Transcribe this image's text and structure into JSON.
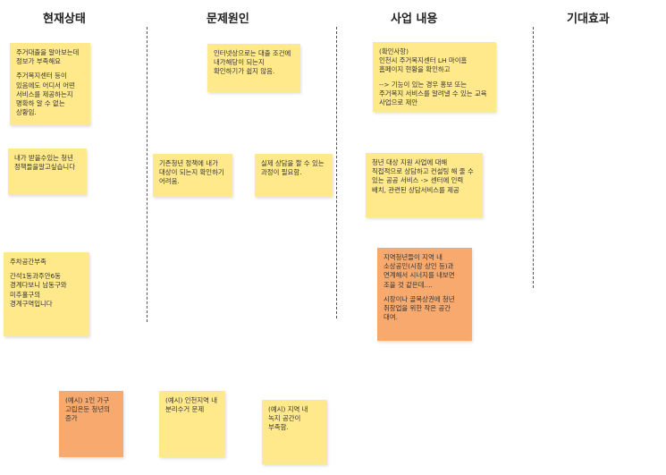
{
  "columns": [
    {
      "title": "현재상태"
    },
    {
      "title": "문제원인"
    },
    {
      "title": "사업 내용"
    },
    {
      "title": "기대효과"
    }
  ],
  "colors": {
    "yellow": "#ffe98a",
    "orange": "#f8aa6e",
    "divider": "#555555"
  },
  "notes": [
    {
      "id": "housing-loan",
      "color": "yellow",
      "paragraphs": [
        "주거대출을 알아보는데 정보가 부족해요",
        "주거복지센터 등이 있음에도 어디서 어떤 서비스를 제공하는지 명확하 알 수 없는 상황임."
      ]
    },
    {
      "id": "policy-known",
      "color": "yellow",
      "paragraphs": [
        "내가 받을수있는 청년 정책들을알고싶습니다"
      ]
    },
    {
      "id": "parking-lack",
      "color": "yellow",
      "paragraphs": [
        "주차공간부족",
        "간석1동과주안6동 경계다보니 남동구와 미추홀구의 경계구역입니다"
      ]
    },
    {
      "id": "example-single-household",
      "color": "orange",
      "paragraphs": [
        "(예시) 1인 가구 고립은둔 청년의 증가"
      ]
    },
    {
      "id": "online-loan-check",
      "color": "yellow",
      "paragraphs": [
        "인터넷상으로는 대출 조건에 내가해당이 되는지 확인하기가 쉽지 않음."
      ]
    },
    {
      "id": "existing-policy-check",
      "color": "yellow",
      "paragraphs": [
        "기존청년 정책에 내가 대상이 되는지 확인하기 어려움."
      ]
    },
    {
      "id": "real-counsel",
      "color": "yellow",
      "paragraphs": [
        "실제 상담을 할 수 있는 과정이 필요함."
      ]
    },
    {
      "id": "example-incheon-recycle",
      "color": "yellow",
      "paragraphs": [
        "(예시) 인천지역 내 분리수거 문제"
      ]
    },
    {
      "id": "example-green-space",
      "color": "yellow",
      "paragraphs": [
        "(예시) 지역 내 녹지 공간이 부족함."
      ]
    },
    {
      "id": "check-items",
      "color": "yellow",
      "paragraphs": [
        "(확인사항)\n인천시 주거복지센터 LH 마이홈 홈페이지 현황을 확인하고",
        "--> 기능이 있는 경우 홍보 또는 주거복지 서비스를 알려낼 수 있는 교육 사업으로 제안"
      ]
    },
    {
      "id": "youth-support-counsel",
      "color": "yellow",
      "paragraphs": [
        "청년 대상 지원 사업에 대해 직접적으로 상담하고 컨설팅 해 줄 수 있는 공공 서비스 -> 센터에 인력 배치, 관련된 상담서비스를 제공"
      ]
    },
    {
      "id": "local-merchants",
      "color": "orange",
      "paragraphs": [
        "지역청년들이 지역 내 소상공인(시장 상인 등)과 연계해서 시너지를 내보면 조을 것 같은데....",
        "시장이나 골목상권에 청년 취창업을 위한 작은 공간 대여."
      ]
    }
  ]
}
